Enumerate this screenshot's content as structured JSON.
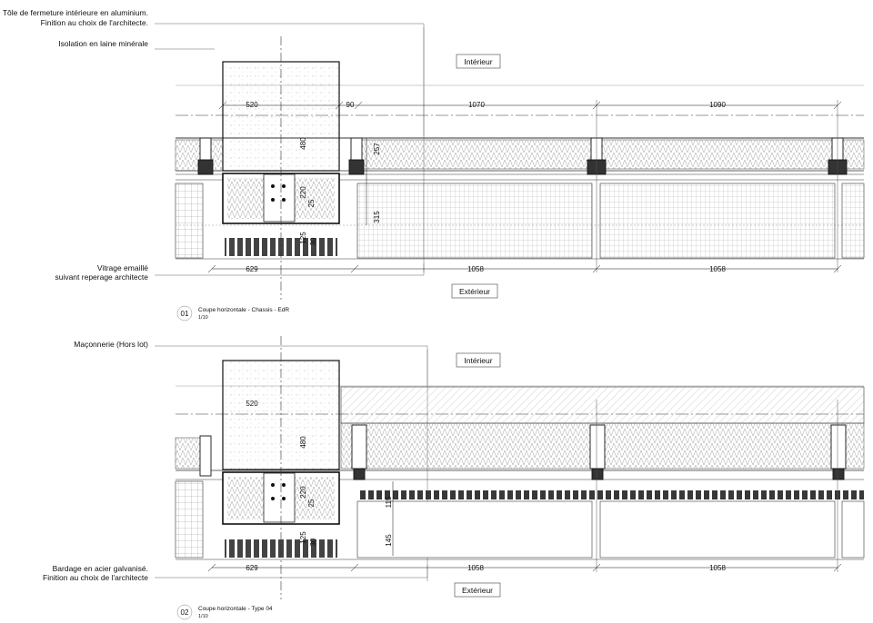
{
  "sections": [
    {
      "number": "01",
      "title": "Coupe horizontale - Chassis - EdR",
      "scale": "1/10",
      "interior_label": "Intérieur",
      "exterior_label": "Extérieur",
      "callouts": [
        "Tôle de fermeture intérieure en aluminium.",
        "Finition au choix de l'architecte.",
        "Isolation en laine minérale",
        "Vitrage emaillé",
        "suivant reperage architecte"
      ],
      "dims_top": [
        "520",
        "90",
        "1070",
        "1090"
      ],
      "dims_vertical": [
        "480",
        "220",
        "25",
        "125",
        "30",
        "257",
        "315"
      ],
      "dims_bottom": [
        "629",
        "1058",
        "1058"
      ]
    },
    {
      "number": "02",
      "title": "Coupe horizontale - Type 04",
      "scale": "1/10",
      "interior_label": "Intérieur",
      "exterior_label": "Extérieur",
      "callouts": [
        "Maçonnerie (Hors lot)",
        "Bardage en acier galvanisé.",
        "Finition au choix de l'architecte"
      ],
      "dims_top": [
        "520"
      ],
      "dims_vertical": [
        "480",
        "220",
        "25",
        "125",
        "30",
        "115",
        "145"
      ],
      "dims_bottom": [
        "629",
        "1058",
        "1058"
      ]
    }
  ]
}
